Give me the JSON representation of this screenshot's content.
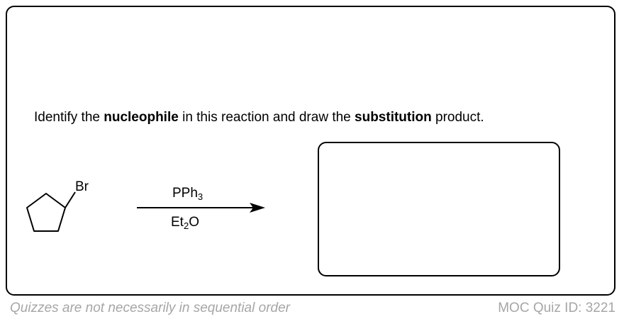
{
  "question": {
    "text_before": "Identify the ",
    "bold_1": "nucleophile",
    "text_middle": " in this reaction and draw the ",
    "bold_2": "substitution",
    "text_after": " product."
  },
  "reaction": {
    "substituent_label": "Br",
    "reagent_above": {
      "main": "PPh",
      "subscript": "3"
    },
    "reagent_below": {
      "main": "Et",
      "subscript": "2",
      "tail": "O"
    }
  },
  "footer": {
    "left_note": "Quizzes are not necessarily in sequential order",
    "quiz_id": "MOC Quiz ID: 3221"
  }
}
